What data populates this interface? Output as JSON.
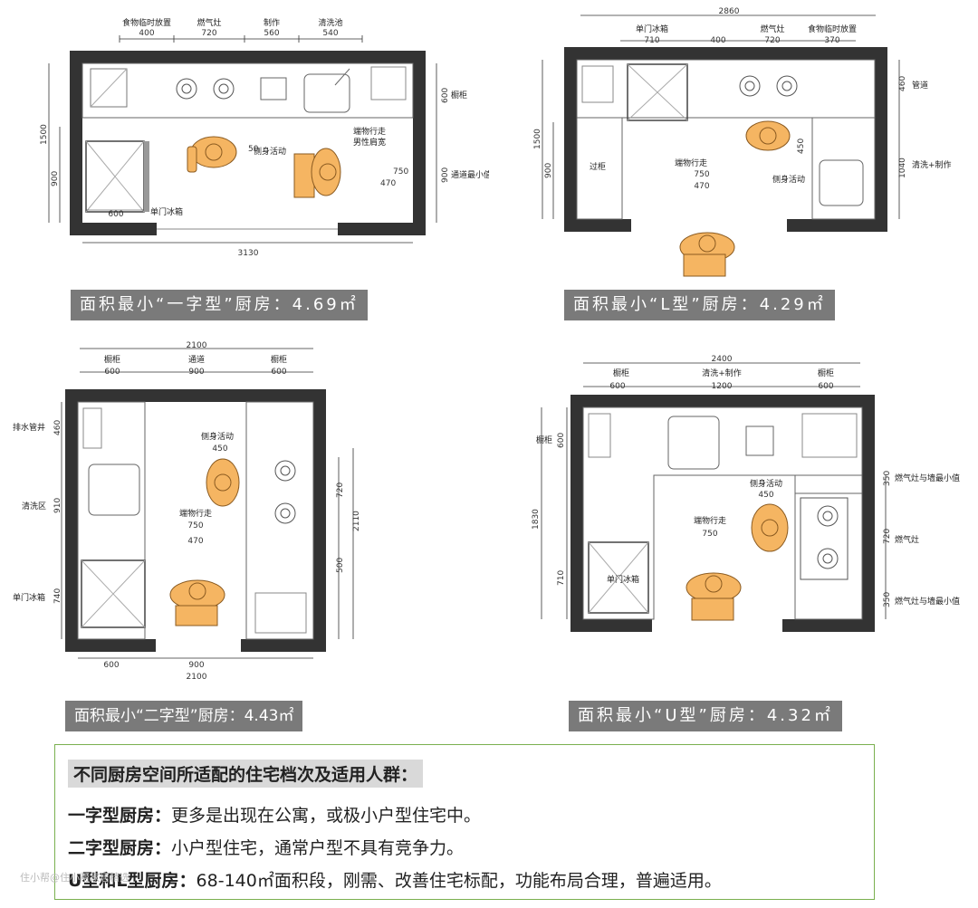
{
  "plan1": {
    "top_dims": [
      "400",
      "720",
      "560",
      "540"
    ],
    "top_labels": [
      "食物临时放置",
      "燃气灶",
      "制作",
      "清洗池"
    ],
    "total": "3130",
    "left_dims": [
      "1500",
      "900"
    ],
    "right_dims": [
      "600",
      "900"
    ],
    "right_labels": [
      "橱柜",
      "通道最小值"
    ],
    "inner_dims": [
      "600",
      "50",
      "470",
      "750"
    ],
    "labels": [
      "单门冰箱",
      "侧身活动",
      "端物行走",
      "男性肩宽"
    ]
  },
  "plan2": {
    "total": "2860",
    "top_dims": [
      "710",
      "400",
      "720",
      "370"
    ],
    "top_labels": [
      "单门冰箱",
      "燃气灶",
      "食物临时放置"
    ],
    "left_dims": [
      "1500",
      "900"
    ],
    "left_label": "过柜",
    "right_dims": [
      "460",
      "1040"
    ],
    "right_labels": [
      "管道",
      "清洗+制作"
    ],
    "inner_dims": [
      "750",
      "470",
      "450"
    ],
    "labels": [
      "端物行走",
      "侧身活动"
    ]
  },
  "plan3": {
    "total": "2100",
    "top_dims": [
      "600",
      "900",
      "600"
    ],
    "top_labels": [
      "橱柜",
      "通道",
      "橱柜"
    ],
    "bottom_dims": [
      "600",
      "900"
    ],
    "bottom_total": "2100",
    "left_dims": [
      "460",
      "910",
      "740"
    ],
    "left_labels": [
      "排水管井",
      "清洗区",
      "单门冰箱"
    ],
    "right_dims": [
      "720",
      "2110",
      "500"
    ],
    "inner_dims": [
      "450",
      "750",
      "470"
    ],
    "labels": [
      "侧身活动",
      "端物行走"
    ]
  },
  "plan4": {
    "total": "2400",
    "top_dims": [
      "600",
      "1200",
      "600"
    ],
    "top_labels": [
      "橱柜",
      "清洗+制作",
      "橱柜"
    ],
    "left_dims": [
      "600",
      "1830",
      "710"
    ],
    "left_label": "橱柜",
    "right_dims": [
      "350",
      "720",
      "350"
    ],
    "right_labels": [
      "燃气灶与墙最小值",
      "燃气灶",
      "燃气灶与墙最小值"
    ],
    "inner_dims": [
      "450",
      "750"
    ],
    "labels": [
      "侧身活动",
      "端物行走",
      "单门冰箱"
    ]
  },
  "captions": {
    "c1": "面积最小“一字型”厨房：4.69㎡",
    "c2": "面积最小“L型”厨房：4.29㎡",
    "c3": "面积最小“二字型”厨房：4.43㎡",
    "c4": "面积最小“U型”厨房：4.32㎡"
  },
  "notes": {
    "heading": "不同厨房空间所适配的住宅档次及适用人群：",
    "rows": [
      {
        "term": "一字型厨房：",
        "text": "更多是出现在公寓，或极小户型住宅中。"
      },
      {
        "term": "二字型厨房：",
        "text": "小户型住宅，通常户型不具有竞争力。"
      },
      {
        "term": "U型和L型厨房：",
        "text": "68-140㎡面积段，刚需、改善住宅标配，功能布局合理，普遍适用。"
      }
    ]
  },
  "colors": {
    "wall": "#333333",
    "person": "#f5b562",
    "person_stroke": "#8a5a20",
    "caption_bg": "#7a7a7a",
    "notes_border": "#7ab04f",
    "heading_bg": "#d9d9d9"
  },
  "watermark": "住小帮@住小帮家居精选"
}
